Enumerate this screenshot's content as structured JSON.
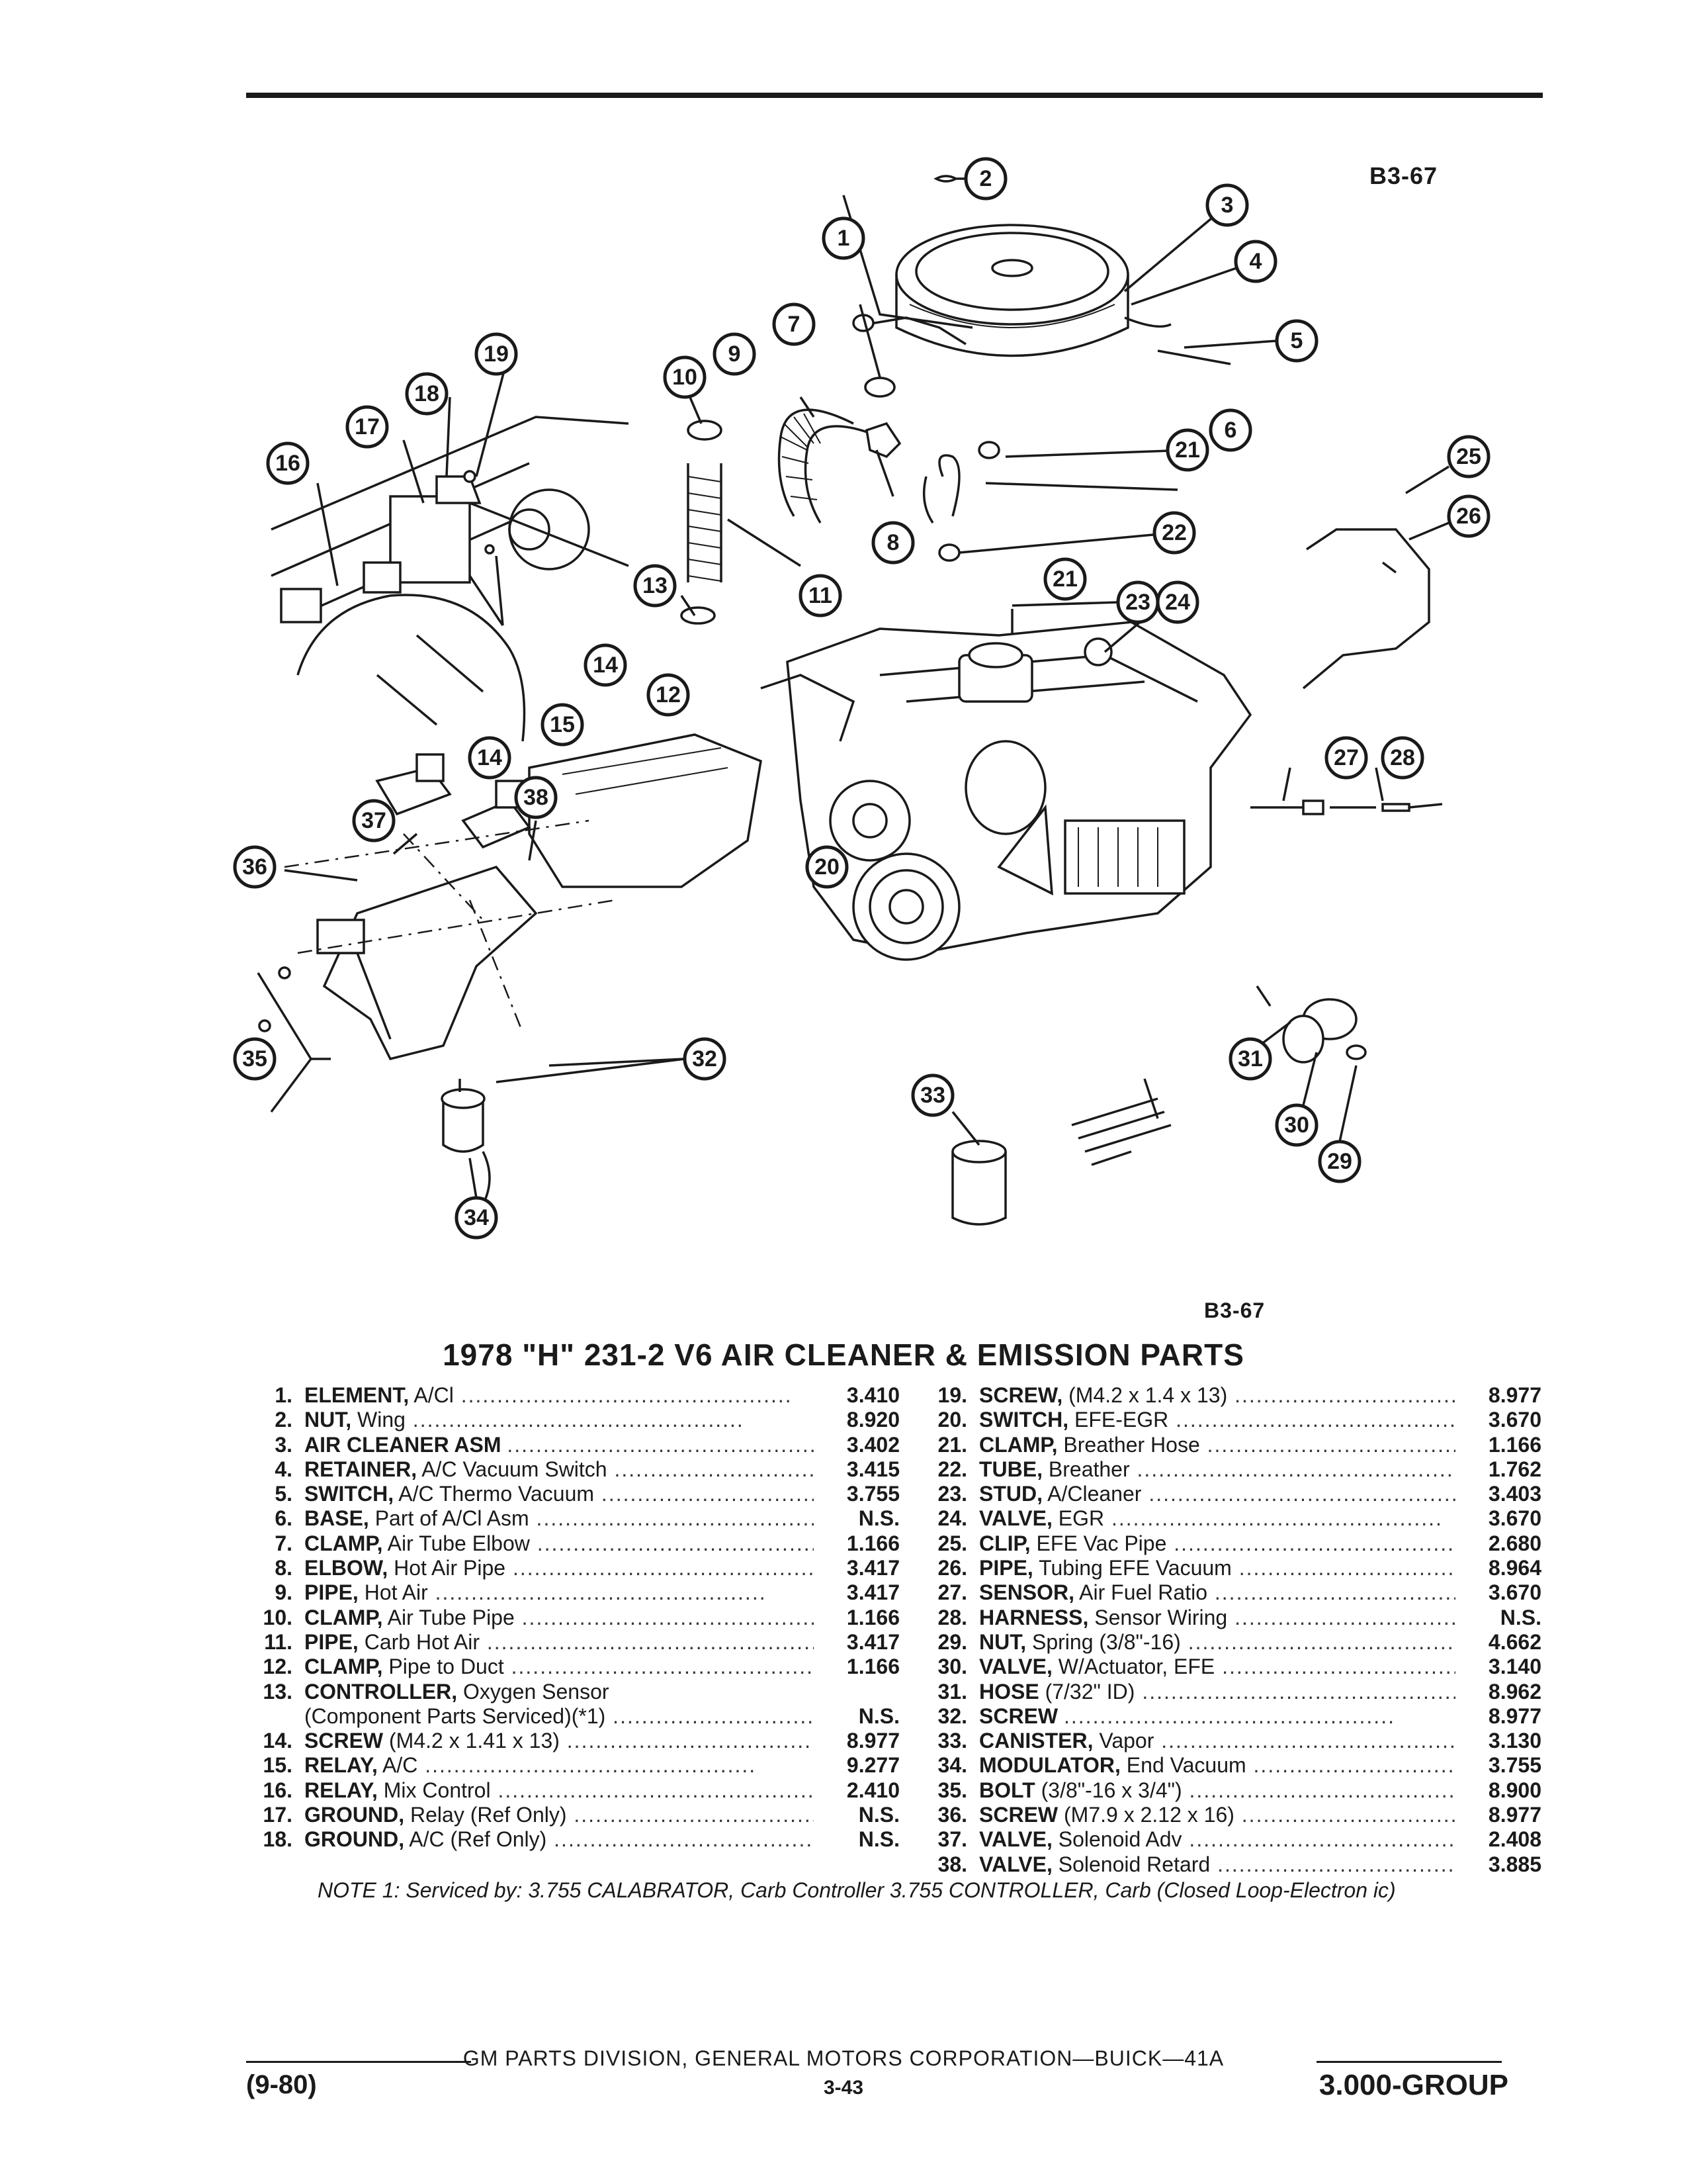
{
  "header": {
    "diagram_code_top": "B3-67",
    "diagram_code_bottom": "B3-67"
  },
  "title": "1978 \"H\" 231-2 V6 AIR CLEANER & EMISSION PARTS",
  "callouts": [
    "1",
    "2",
    "3",
    "4",
    "5",
    "6",
    "7",
    "8",
    "9",
    "10",
    "11",
    "12",
    "13",
    "14",
    "14",
    "15",
    "16",
    "17",
    "18",
    "19",
    "20",
    "21",
    "21",
    "22",
    "23",
    "24",
    "25",
    "26",
    "27",
    "28",
    "29",
    "30",
    "31",
    "32",
    "33",
    "34",
    "35",
    "36",
    "37",
    "38"
  ],
  "parts_left": [
    {
      "num": "1.",
      "name": "ELEMENT,",
      "desc": "A/Cl",
      "group": "3.410"
    },
    {
      "num": "2.",
      "name": "NUT,",
      "desc": "Wing",
      "group": "8.920"
    },
    {
      "num": "3.",
      "name": "AIR CLEANER ASM",
      "desc": "",
      "group": "3.402"
    },
    {
      "num": "4.",
      "name": "RETAINER,",
      "desc": "A/C Vacuum Switch",
      "group": "3.415"
    },
    {
      "num": "5.",
      "name": "SWITCH,",
      "desc": "A/C Thermo Vacuum",
      "group": "3.755"
    },
    {
      "num": "6.",
      "name": "BASE,",
      "desc": "Part of A/Cl Asm",
      "group": "N.S."
    },
    {
      "num": "7.",
      "name": "CLAMP,",
      "desc": "Air Tube Elbow",
      "group": "1.166"
    },
    {
      "num": "8.",
      "name": "ELBOW,",
      "desc": "Hot Air Pipe",
      "group": "3.417"
    },
    {
      "num": "9.",
      "name": "PIPE,",
      "desc": "Hot Air",
      "group": "3.417"
    },
    {
      "num": "10.",
      "name": "CLAMP,",
      "desc": "Air Tube Pipe",
      "group": "1.166"
    },
    {
      "num": "11.",
      "name": "PIPE,",
      "desc": "Carb Hot Air",
      "group": "3.417"
    },
    {
      "num": "12.",
      "name": "CLAMP,",
      "desc": "Pipe to Duct",
      "group": "1.166"
    },
    {
      "num": "13.",
      "name": "CONTROLLER,",
      "desc": "Oxygen Sensor",
      "group": ""
    },
    {
      "num": "",
      "name": "",
      "desc": "(Component Parts Serviced)(*1)",
      "group": "N.S."
    },
    {
      "num": "14.",
      "name": "SCREW",
      "desc": "(M4.2 x 1.41 x 13)",
      "group": "8.977"
    },
    {
      "num": "15.",
      "name": "RELAY,",
      "desc": "A/C",
      "group": "9.277"
    },
    {
      "num": "16.",
      "name": "RELAY,",
      "desc": "Mix Control",
      "group": "2.410"
    },
    {
      "num": "17.",
      "name": "GROUND,",
      "desc": "Relay (Ref Only)",
      "group": "N.S."
    },
    {
      "num": "18.",
      "name": "GROUND,",
      "desc": "A/C (Ref Only)",
      "group": "N.S."
    }
  ],
  "parts_right": [
    {
      "num": "19.",
      "name": "SCREW,",
      "desc": "(M4.2 x 1.4 x 13)",
      "group": "8.977"
    },
    {
      "num": "20.",
      "name": "SWITCH,",
      "desc": "EFE-EGR",
      "group": "3.670"
    },
    {
      "num": "21.",
      "name": "CLAMP,",
      "desc": "Breather Hose",
      "group": "1.166"
    },
    {
      "num": "22.",
      "name": "TUBE,",
      "desc": "Breather",
      "group": "1.762"
    },
    {
      "num": "23.",
      "name": "STUD,",
      "desc": "A/Cleaner",
      "group": "3.403"
    },
    {
      "num": "24.",
      "name": "VALVE,",
      "desc": "EGR",
      "group": "3.670"
    },
    {
      "num": "25.",
      "name": "CLIP,",
      "desc": "EFE Vac Pipe",
      "group": "2.680"
    },
    {
      "num": "26.",
      "name": "PIPE,",
      "desc": "Tubing EFE Vacuum",
      "group": "8.964"
    },
    {
      "num": "27.",
      "name": "SENSOR,",
      "desc": "Air Fuel Ratio",
      "group": "3.670"
    },
    {
      "num": "28.",
      "name": "HARNESS,",
      "desc": "Sensor Wiring",
      "group": "N.S."
    },
    {
      "num": "29.",
      "name": "NUT,",
      "desc": "Spring (3/8\"-16)",
      "group": "4.662"
    },
    {
      "num": "30.",
      "name": "VALVE,",
      "desc": "W/Actuator, EFE",
      "group": "3.140"
    },
    {
      "num": "31.",
      "name": "HOSE",
      "desc": "(7/32\" ID)",
      "group": "8.962"
    },
    {
      "num": "32.",
      "name": "SCREW",
      "desc": "",
      "group": "8.977"
    },
    {
      "num": "33.",
      "name": "CANISTER,",
      "desc": "Vapor",
      "group": "3.130"
    },
    {
      "num": "34.",
      "name": "MODULATOR,",
      "desc": "End Vacuum",
      "group": "3.755"
    },
    {
      "num": "35.",
      "name": "BOLT",
      "desc": "(3/8\"-16 x 3/4\")",
      "group": "8.900"
    },
    {
      "num": "36.",
      "name": "SCREW",
      "desc": "(M7.9 x 2.12 x 16)",
      "group": "8.977"
    },
    {
      "num": "37.",
      "name": "VALVE,",
      "desc": "Solenoid Adv",
      "group": "2.408"
    },
    {
      "num": "38.",
      "name": "VALVE,",
      "desc": "Solenoid Retard",
      "group": "3.885"
    }
  ],
  "note": "NOTE 1: Serviced by: 3.755 CALABRATOR, Carb Controller 3.755 CONTROLLER, Carb (Closed Loop-Electron ic)",
  "footer": {
    "publisher": "GM PARTS DIVISION, GENERAL MOTORS CORPORATION—BUICK—41A",
    "date": "(9-80)",
    "page": "3-43",
    "group": "3.000-GROUP"
  }
}
